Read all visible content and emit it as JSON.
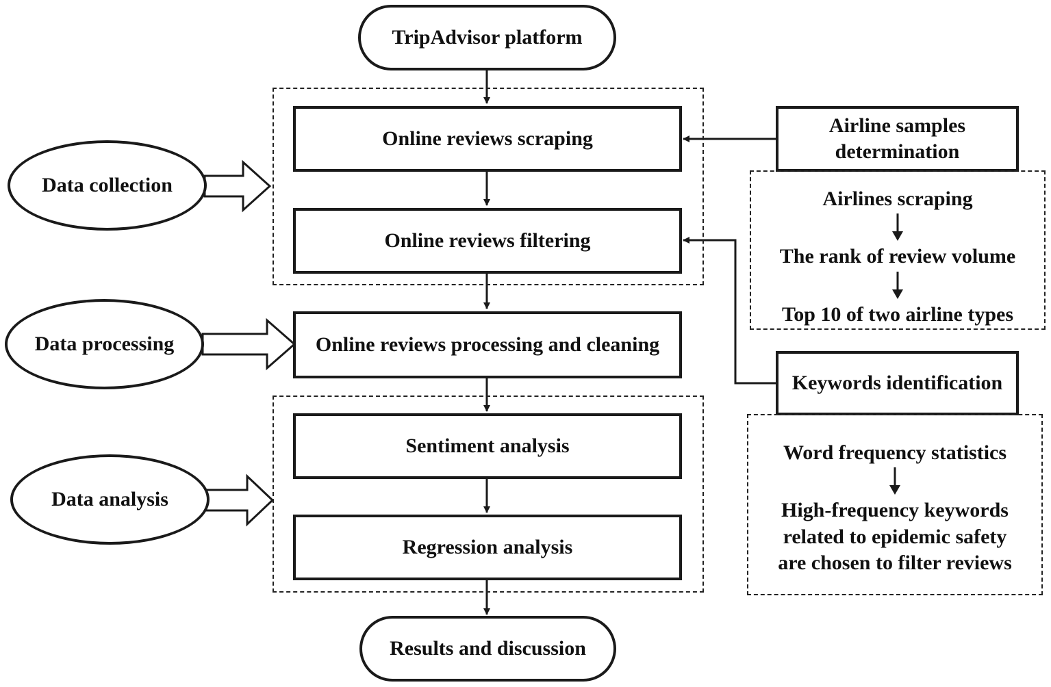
{
  "diagram": {
    "start": "TripAdvisor platform",
    "end": "Results and discussion",
    "steps": {
      "scraping": "Online reviews scraping",
      "filtering": "Online reviews filtering",
      "processing": "Online reviews processing and cleaning",
      "sentiment": "Sentiment analysis",
      "regression": "Regression analysis"
    },
    "phases": {
      "collection": "Data collection",
      "processing": "Data processing",
      "analysis": "Data analysis"
    },
    "airline_samples": {
      "title_line1": "Airline samples",
      "title_line2": "determination",
      "substeps": [
        "Airlines scraping",
        "The rank of review volume",
        "Top 10 of two airline types"
      ]
    },
    "keywords": {
      "title": "Keywords identification",
      "substep1": "Word frequency statistics",
      "substep2_lines": [
        "High-frequency keywords",
        "related to epidemic safety",
        "are chosen to filter reviews"
      ]
    }
  }
}
